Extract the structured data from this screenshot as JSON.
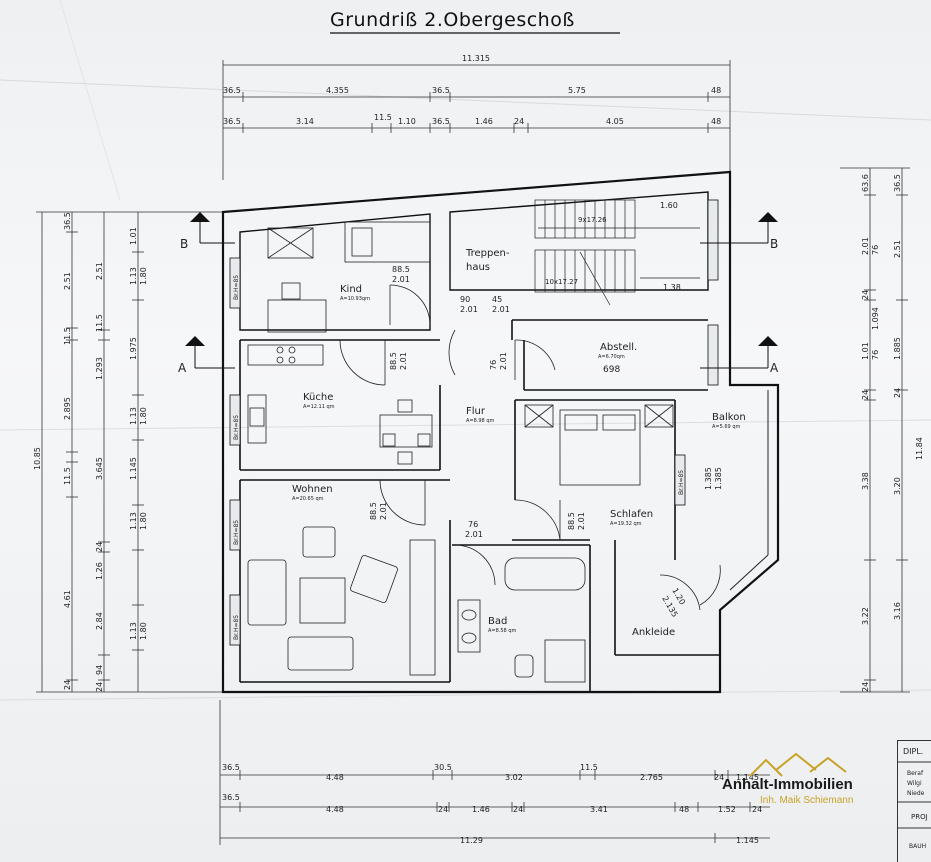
{
  "title": "Grundriß 2.Obergeschoß",
  "rooms": {
    "kind": {
      "name": "Kind",
      "area": "A=10.93qm"
    },
    "treppenhaus": {
      "name1": "Treppen-",
      "name2": "haus"
    },
    "abstell": {
      "name": "Abstell.",
      "area": "A=6.70qm",
      "note": "698"
    },
    "kueche": {
      "name": "Küche",
      "area": "A=12.11 qm"
    },
    "flur": {
      "name": "Flur",
      "area": "A=8.98 qm"
    },
    "balkon": {
      "name": "Balkon",
      "area": "A=5.69 qm"
    },
    "wohnen": {
      "name": "Wohnen",
      "area": "A=20.65 qm"
    },
    "schlafen": {
      "name": "Schlafen",
      "area": "A=19.32 qm"
    },
    "bad": {
      "name": "Bad",
      "area": "A=8.58 qm"
    },
    "ankleide": {
      "name": "Ankleide"
    }
  },
  "section_marks": {
    "a": "A",
    "b": "B"
  },
  "brh": "Br.H=85",
  "stairs": {
    "upper": "9x17.26",
    "lower": "10x17.27",
    "w1": "1.60",
    "w2": "1.38"
  },
  "dims": {
    "top_total": "11.315",
    "top_row1": [
      "36.5",
      "4.355",
      "36.5",
      "5.75",
      "48"
    ],
    "top_row2": [
      "36.5",
      "3.14",
      "11.5",
      "1.10",
      "36.5",
      "1.46",
      "24",
      "4.05",
      "48"
    ],
    "bottom_row1": [
      "36.5",
      "4.48",
      "30.5",
      "3.02",
      "11.5",
      "2.765",
      "24",
      "1.145"
    ],
    "bottom_row2": [
      "36.5",
      "4.48",
      "24",
      "1.46",
      "24",
      "3.41",
      "48",
      "1.52",
      "24"
    ],
    "bottom_total": [
      "11.29",
      "1.145"
    ],
    "left_total": "10.85",
    "left_col1": [
      "36.5",
      "2.51",
      "11.5",
      "2.895",
      "11.5",
      "3.645",
      "4.61",
      "24"
    ],
    "left_col2": [
      "2.51",
      "11.5",
      "1.293",
      "24",
      "1.26",
      "24",
      "2.84",
      "94",
      "24"
    ],
    "left_col3": [
      "1.01",
      "1.13",
      "1.80",
      "1.975",
      "1.13",
      "1.80",
      "1.145",
      "1.13",
      "1.80",
      "1.13",
      "1.80"
    ],
    "right_col1": [
      "63.6",
      "2.01",
      "24",
      "1.01",
      "24",
      "3.38",
      "3.22",
      "24"
    ],
    "right_col2": [
      "36.5",
      "76",
      "1.094",
      "76",
      "24",
      "3.20",
      "3.16"
    ],
    "right_col3": [
      "2.51",
      "1.885",
      "11.84"
    ],
    "doors": {
      "kind": [
        "88.5",
        "2.01"
      ],
      "kueche": [
        "88.5",
        "2.01"
      ],
      "treppe": [
        "90",
        "2.01"
      ],
      "treppe2": [
        "45",
        "2.01"
      ],
      "abstell": [
        "76",
        "2.01"
      ],
      "wohnen": [
        "88.5",
        "2.01"
      ],
      "schlafen": [
        "88.5",
        "2.01"
      ],
      "bad": [
        "76",
        "2.01"
      ],
      "balkon": [
        "1.385",
        "1.385"
      ],
      "ankleide": [
        "1.20",
        "2.135"
      ]
    }
  },
  "logo": {
    "main": "Anhalt-Immobilien",
    "sub": "Inh. Maik Schiemann",
    "color": "#c9a227"
  },
  "stamp": {
    "l1": "DIPL.",
    "l2": "Beraf",
    "l3": "Wilgi",
    "l4": "Niede",
    "l5": "PROJ",
    "l6": "BAUH"
  }
}
